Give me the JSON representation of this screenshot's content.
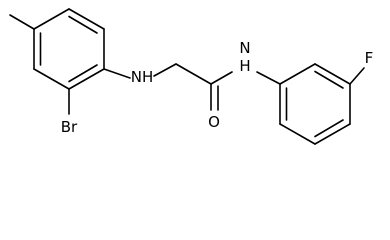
{
  "molecule": {
    "atoms": {
      "br": "Br",
      "nh": "NH",
      "o": "O",
      "amide_n": "N",
      "amide_h": "H",
      "f": "F"
    }
  }
}
